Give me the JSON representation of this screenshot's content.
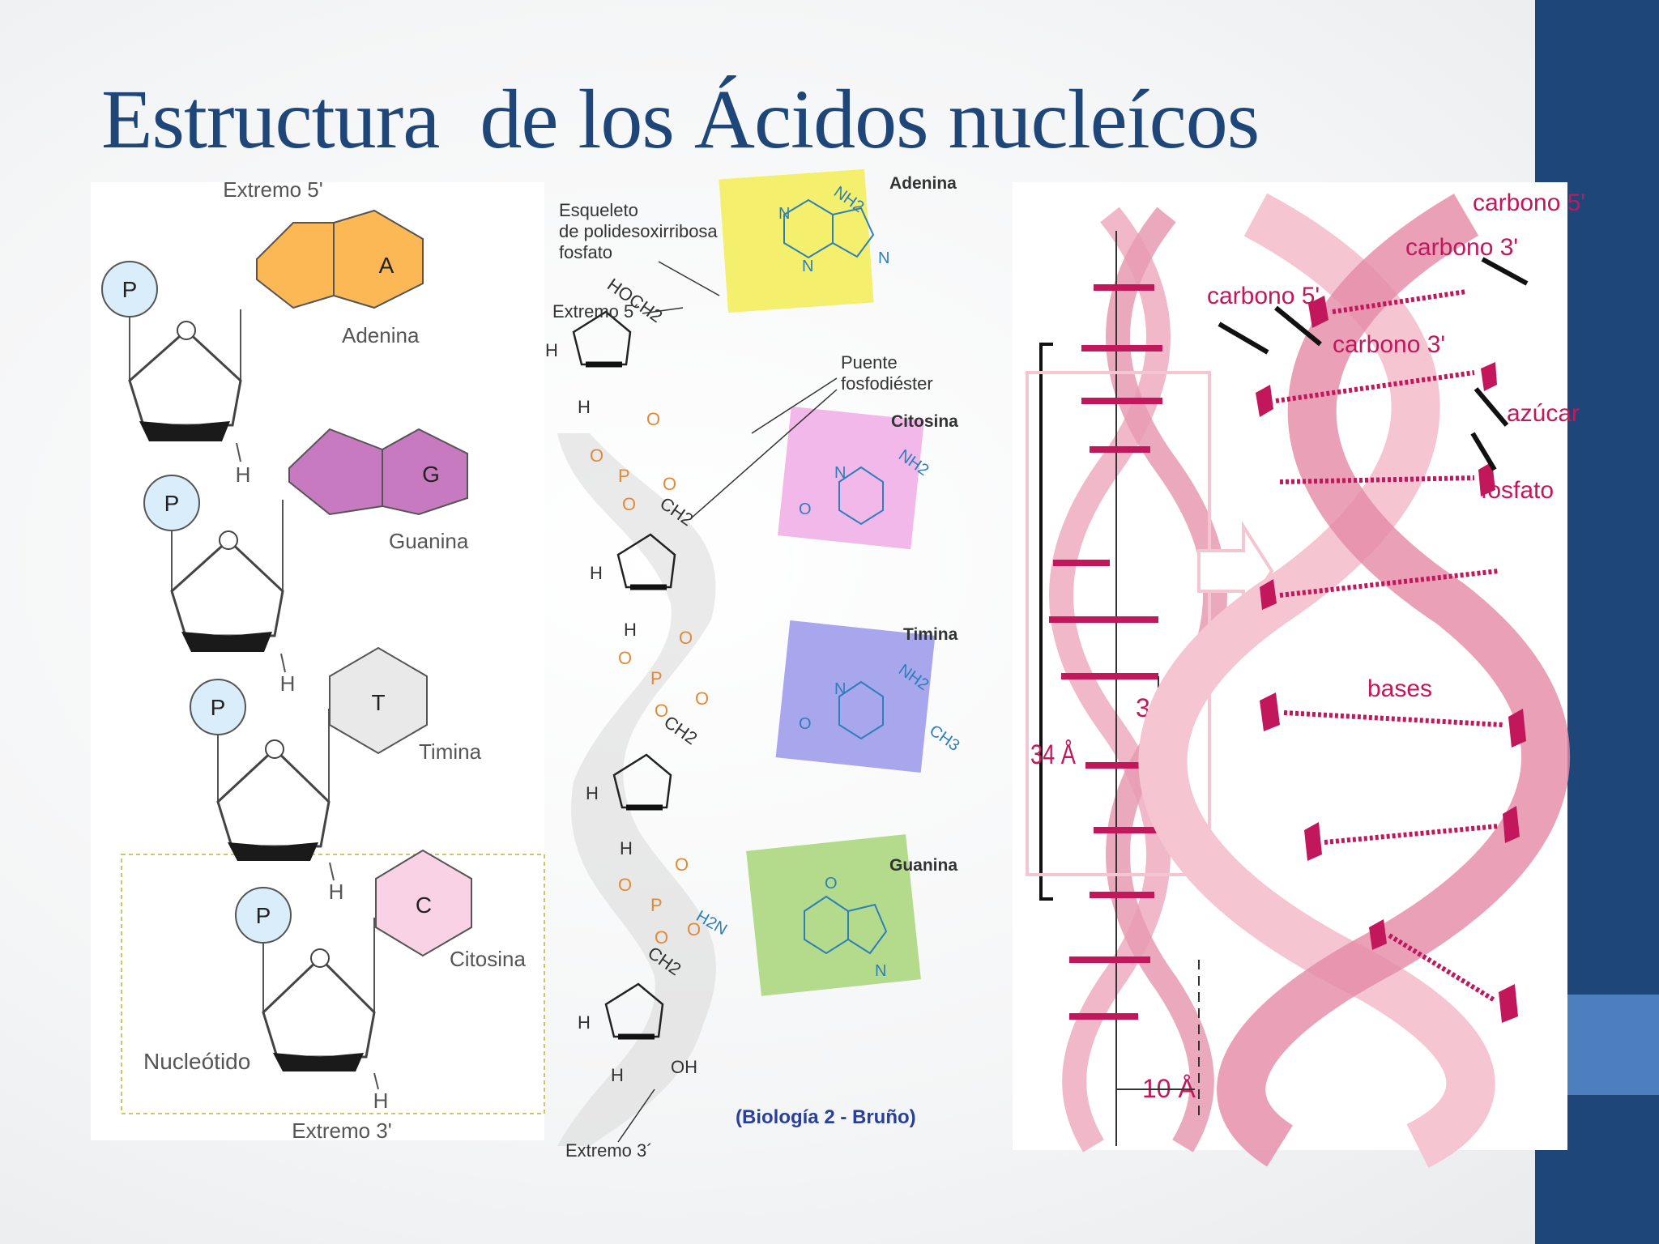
{
  "slide": {
    "title": "Estructura  de los Ácidos nucleícos",
    "colors": {
      "title": "#1f4679",
      "sidebar": "#1f4679",
      "sidebar_accent": "#4d7ebe"
    }
  },
  "left_diagram": {
    "top_label": "Extremo 5'",
    "bottom_label": "Extremo 3'",
    "box_label": "Nucleótido",
    "phosphate": "P",
    "oxygen": "O",
    "hydrogen": "H",
    "nucleotides": [
      {
        "letter": "A",
        "name": "Adenina",
        "color": "#fdb856"
      },
      {
        "letter": "G",
        "name": "Guanina",
        "color": "#c77ac0"
      },
      {
        "letter": "T",
        "name": "Timina",
        "color": "#e9e9e9"
      },
      {
        "letter": "C",
        "name": "Citosina",
        "color": "#fad2e5"
      }
    ]
  },
  "middle_diagram": {
    "backbone_label": [
      "Esqueleto",
      "de polidesoxirribosa",
      "fosfato"
    ],
    "top_end": "Extremo 5´",
    "bottom_end": "Extremo 3´",
    "bridge_label": [
      "Puente",
      "fosfodiéster"
    ],
    "credit": "(Biología 2 - Bruño)",
    "groups": {
      "hoch2": "HOCH2",
      "ch2": "CH2",
      "oh": "OH",
      "nh2": "NH2",
      "h2n": "H2N",
      "ch3": "CH3",
      "o": "O",
      "p": "P",
      "n": "N",
      "h": "H",
      "minus": "-"
    },
    "bases": [
      {
        "name": "Adenina",
        "color": "#f4f06e"
      },
      {
        "name": "Citosina",
        "color": "#f2b8ea"
      },
      {
        "name": "Timina",
        "color": "#a8a6ec"
      },
      {
        "name": "Guanina",
        "color": "#b4da8c"
      }
    ]
  },
  "right_diagram": {
    "pitch": "34 Å",
    "rise": "3,4 Å",
    "width": "10 Å",
    "labels": {
      "carbono5_top": "carbono 5'",
      "carbono3_top": "carbono 3'",
      "carbono5_mid": "carbono 5'",
      "carbono3_mid": "carbono 3'",
      "azucar": "azúcar",
      "fosfato": "fosfato",
      "bases": "bases"
    },
    "colors": {
      "strand": "#f0b8c8",
      "strand_dark": "#d8809b",
      "rung": "#c2185b"
    }
  }
}
